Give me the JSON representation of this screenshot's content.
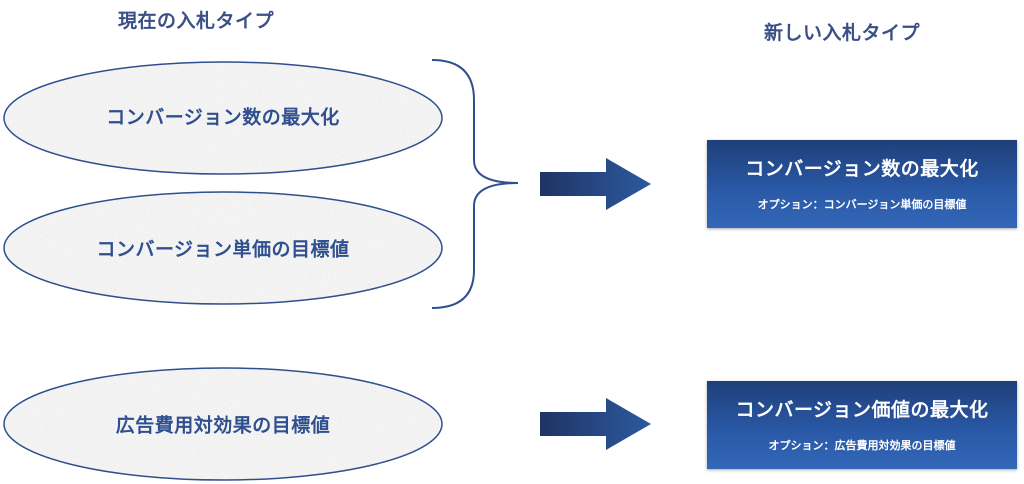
{
  "headings": {
    "current": "現在の入札タイプ",
    "new": "新しい入札タイプ"
  },
  "current_types": [
    {
      "label": "コンバージョン数の最大化"
    },
    {
      "label": "コンバージョン単価の目標値"
    },
    {
      "label": "広告費用対効果の目標値"
    }
  ],
  "new_types": [
    {
      "title": "コンバージョン数の最大化",
      "option": "オプション：コンバージョン単価の目標値"
    },
    {
      "title": "コンバージョン価値の最大化",
      "option": "オプション：広告費用対効果の目標値"
    }
  ],
  "colors": {
    "heading": "#3a4f86",
    "oval_text": "#2f4f8f",
    "oval_fill": "#e6e6e6",
    "oval_stroke": "#2f4f8f",
    "arrow_dark": "#1f3364",
    "arrow_light": "#2d5aa0",
    "box_dark": "#1f3f7a",
    "box_light": "#3467b8"
  }
}
